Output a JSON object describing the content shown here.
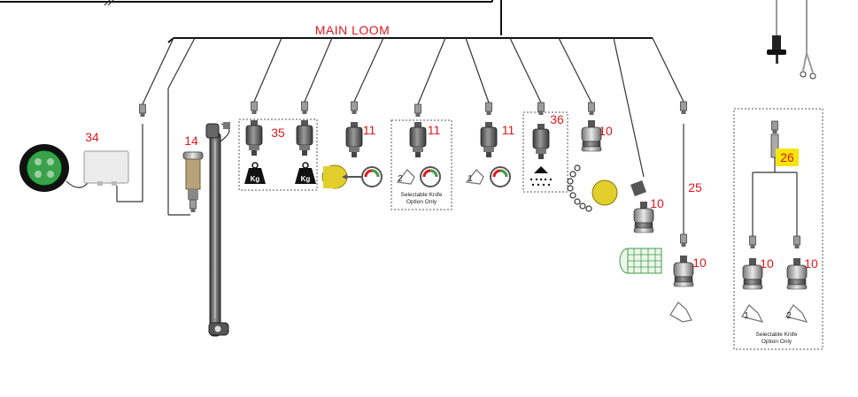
{
  "diagram": {
    "title": "MAIN LOOM",
    "callouts": [
      "34",
      "14",
      "35",
      "11",
      "11",
      "11",
      "36",
      "10",
      "10",
      "10",
      "25",
      "26",
      "10",
      "10"
    ],
    "notes": {
      "selectable_knife": "Selectable Knife",
      "option_only": "Option Only"
    },
    "glyphs": {
      "weight_unit": "Kg",
      "knife_1": "1",
      "knife_2": "2"
    },
    "colors": {
      "callout_red": "#e0181e",
      "highlight_yellow": "#f5e60a",
      "wire": "#111111",
      "sensor_body": "#5a5a5a",
      "target_yellow": "#e3cf2c",
      "module_green": "#3aa04a"
    }
  }
}
